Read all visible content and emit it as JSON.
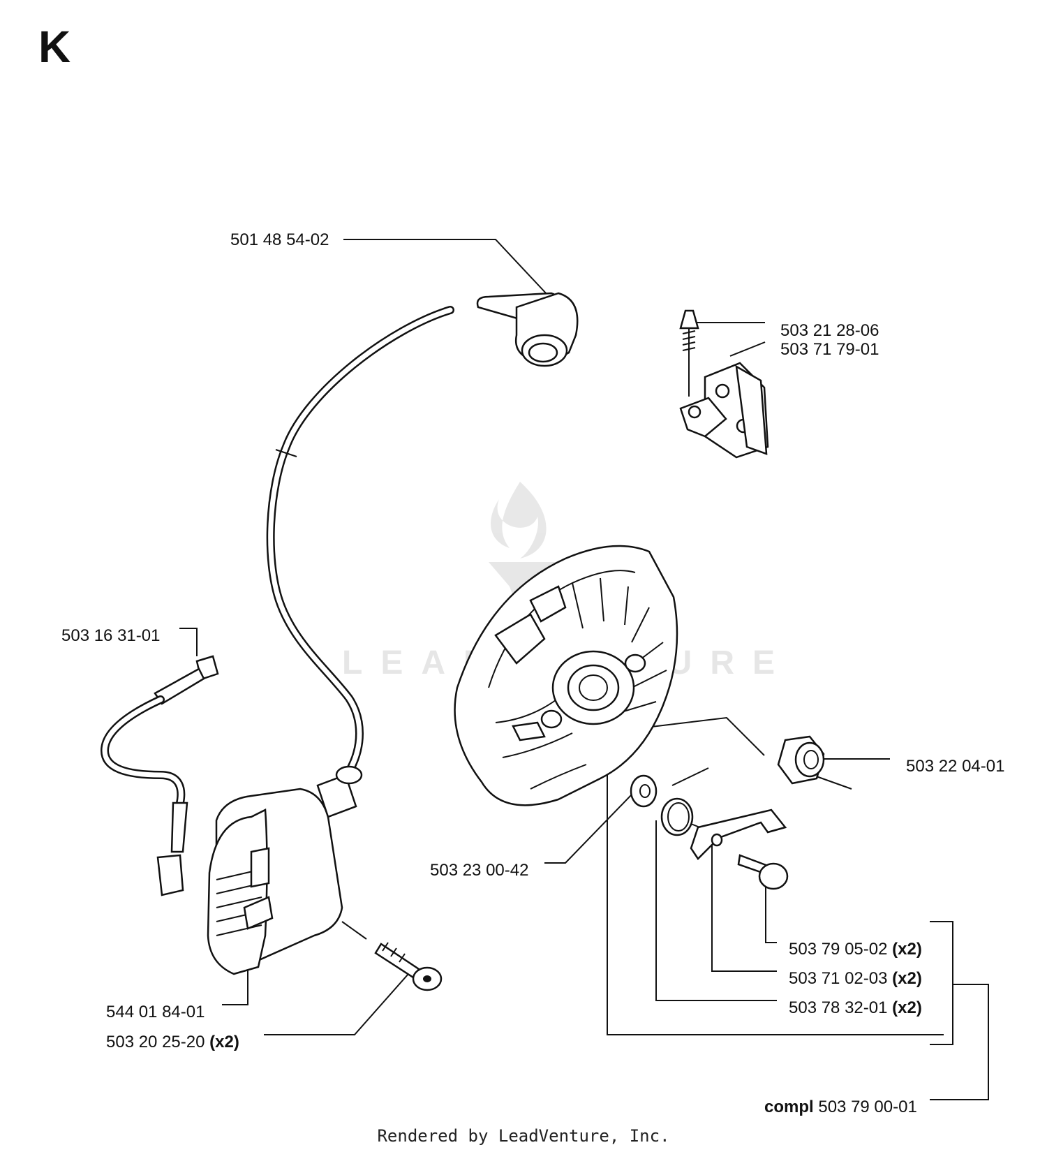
{
  "section_letter": "K",
  "watermark": "LEADVENTURE",
  "footer": "Rendered by LeadVenture, Inc.",
  "parts": [
    {
      "number": "501 48 54-02",
      "qty": ""
    },
    {
      "number": "503 21 28-06",
      "qty": ""
    },
    {
      "number": "503 71 79-01",
      "qty": ""
    },
    {
      "number": "503 16 31-01",
      "qty": ""
    },
    {
      "number": "503 22 04-01",
      "qty": ""
    },
    {
      "number": "503 23 00-42",
      "qty": ""
    },
    {
      "number": "503 79 05-02",
      "qty": "(x2)"
    },
    {
      "number": "503 71 02-03",
      "qty": "(x2)"
    },
    {
      "number": "503 78 32-01",
      "qty": "(x2)"
    },
    {
      "number": "544 01 84-01",
      "qty": ""
    },
    {
      "number": "503 20 25-20",
      "qty": "(x2)"
    }
  ],
  "kit": {
    "prefix": "compl",
    "number": "503 79 00-01"
  }
}
